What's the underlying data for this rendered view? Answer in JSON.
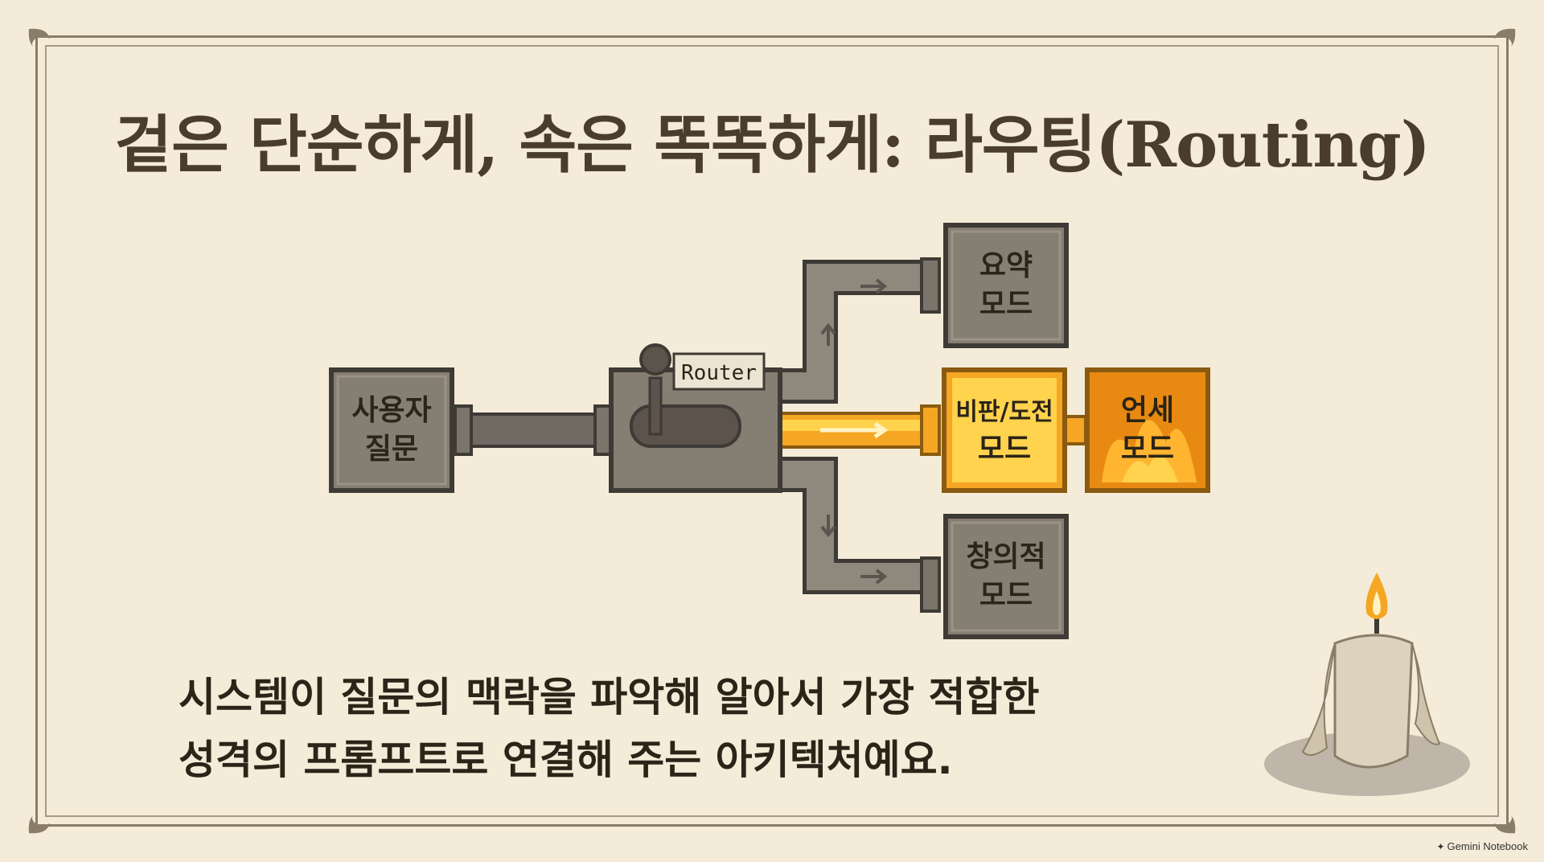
{
  "title": "겉은 단순하게, 속은 똑똑하게: 라우팅(Routing)",
  "diagram": {
    "user_query": [
      "사용자",
      "질문"
    ],
    "router_label": "Router",
    "summary_mode": [
      "요약",
      "모드"
    ],
    "critique_mode": [
      "비판/도전",
      "모드"
    ],
    "persona_mode": [
      "언세",
      "모드"
    ],
    "creative_mode": [
      "창의적",
      "모드"
    ]
  },
  "caption": {
    "line1": "시스템이 질문의 맥락을 파악해 알아서 가장 적합한",
    "line2": "성격의 프롬프트로 연결해 주는 아키텍처예요."
  },
  "watermark": "Gemini Notebook",
  "colors": {
    "background": "#f4ecd8",
    "box_gray": "#857e72",
    "box_border": "#3e3a35",
    "pipe_gray": "#6f6a62",
    "active_orange": "#f5a623",
    "active_yellow": "#ffd34d",
    "title_ink": "#4a3d2e"
  }
}
